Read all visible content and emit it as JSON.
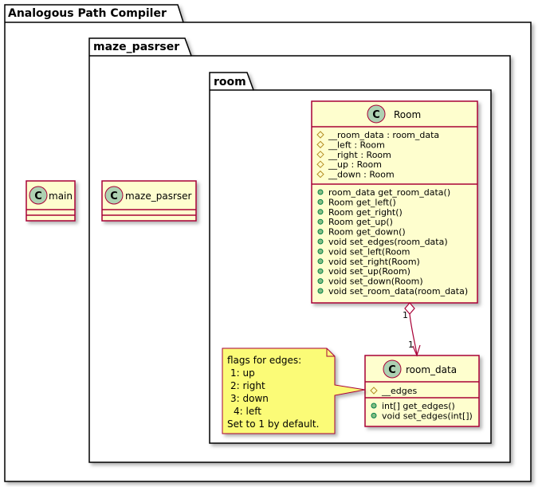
{
  "packages": {
    "outer": "Analogous Path Compiler",
    "middle": "maze_pasrser",
    "inner": "room"
  },
  "classes": {
    "main": {
      "name": "main"
    },
    "maze_pasrser": {
      "name": "maze_pasrser"
    },
    "room": {
      "name": "Room",
      "attributes": [
        "__room_data : room_data",
        "__left : Room",
        "__right : Room",
        "__up : Room",
        "__down : Room"
      ],
      "methods": [
        "room_data get_room_data()",
        "Room get_left()",
        "Room get_right()",
        "Room get_up()",
        "Room get_down()",
        "void set_edges(room_data)",
        "void set_left(Room",
        "void set_right(Room)",
        "void set_up(Room)",
        "void set_down(Room)",
        "void set_room_data(room_data)"
      ]
    },
    "room_data": {
      "name": "room_data",
      "attributes": [
        "__edges"
      ],
      "methods": [
        "int[] get_edges()",
        "void set_edges(int[])"
      ]
    }
  },
  "stereotype_letter": "C",
  "relation": {
    "source_mult": "1",
    "target_mult": "1"
  },
  "note": {
    "lines": [
      "flags for edges:",
      "1: up",
      "2: right",
      "3: down",
      "4: left",
      "Set to 1 by default."
    ]
  },
  "colors": {
    "class_fill": "#FEFECE",
    "class_border": "#A80036",
    "circle_fill": "#ADD1B2",
    "note_fill": "#FBFB77",
    "protected_marker": "#B38D22",
    "public_marker": "#84BE84",
    "public_marker_border": "#038048"
  }
}
